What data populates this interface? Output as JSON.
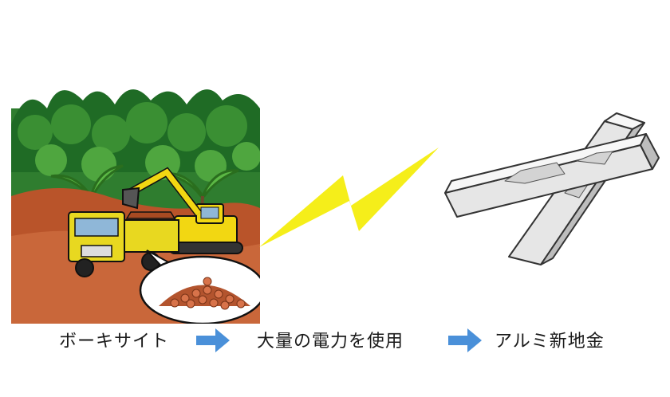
{
  "steps": [
    {
      "label": "ボーキサイト",
      "illustration": "bauxite-mine"
    },
    {
      "label": "大量の電力を使用",
      "illustration": "lightning-bolt"
    },
    {
      "label": "アルミ新地金",
      "illustration": "aluminum-ingots"
    }
  ],
  "colors": {
    "arrow": "#4a90d9",
    "lightning": "#f5ee1a",
    "soil": "#b9542a",
    "forest": "#2f7d2f",
    "truck": "#e8d820",
    "ingot": "#e6e6e6"
  }
}
